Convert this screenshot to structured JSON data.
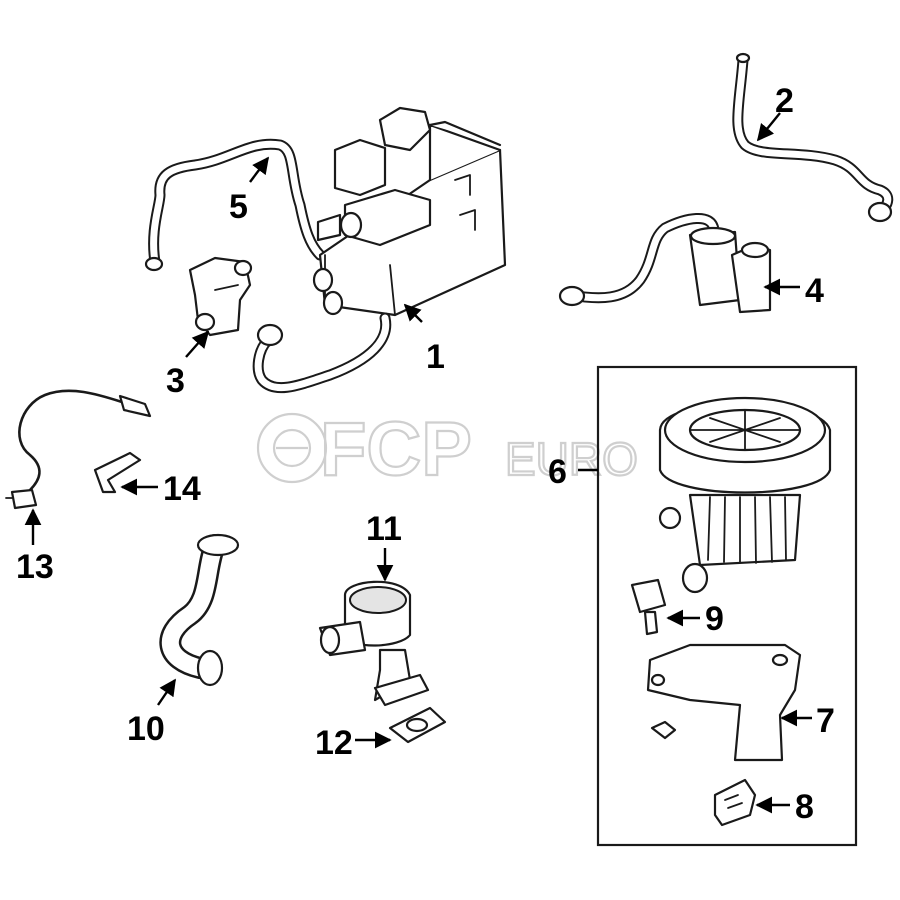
{
  "watermark": {
    "brand": "FCP",
    "suffix": "EURO"
  },
  "callouts": [
    {
      "id": "1",
      "label": "1"
    },
    {
      "id": "2",
      "label": "2"
    },
    {
      "id": "3",
      "label": "3"
    },
    {
      "id": "4",
      "label": "4"
    },
    {
      "id": "5",
      "label": "5"
    },
    {
      "id": "6",
      "label": "6"
    },
    {
      "id": "7",
      "label": "7"
    },
    {
      "id": "8",
      "label": "8"
    },
    {
      "id": "9",
      "label": "9"
    },
    {
      "id": "10",
      "label": "10"
    },
    {
      "id": "11",
      "label": "11"
    },
    {
      "id": "12",
      "label": "12"
    },
    {
      "id": "13",
      "label": "13"
    },
    {
      "id": "14",
      "label": "14"
    }
  ],
  "colors": {
    "line": "#1a1a1a",
    "watermark": "#cfcfcf",
    "background": "#ffffff"
  }
}
